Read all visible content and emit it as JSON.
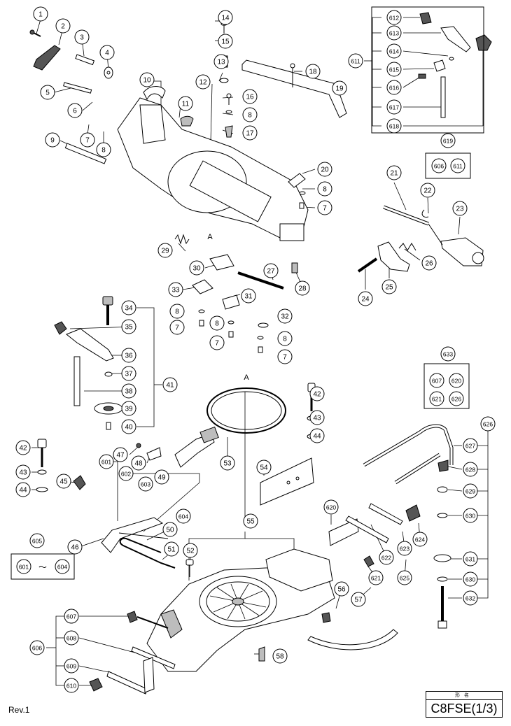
{
  "document": {
    "revision": "Rev.1",
    "model_label": "形名",
    "model": "C8FSE(1/3)",
    "ref_letter": "A",
    "ref_letter_2": "A"
  },
  "callouts": [
    "1",
    "2",
    "3",
    "4",
    "5",
    "6",
    "7",
    "8",
    "9",
    "10",
    "11",
    "12",
    "13",
    "14",
    "15",
    "16",
    "8",
    "17",
    "18",
    "19",
    "20",
    "8",
    "7",
    "21",
    "22",
    "23",
    "29",
    "30",
    "26",
    "25",
    "27",
    "28",
    "24",
    "33",
    "31",
    "8",
    "7",
    "8",
    "7",
    "32",
    "8",
    "7",
    "34",
    "35",
    "36",
    "37",
    "38",
    "41",
    "39",
    "40",
    "42",
    "43",
    "44",
    "42",
    "43",
    "44",
    "45",
    "47",
    "601",
    "48",
    "602",
    "49",
    "603",
    "53",
    "54",
    "46",
    "50",
    "604",
    "51",
    "52",
    "55",
    "56",
    "57",
    "58",
    "620",
    "621",
    "622",
    "623",
    "624",
    "625",
    "607",
    "608",
    "609",
    "610",
    "606",
    "611",
    "612",
    "613",
    "614",
    "615",
    "616",
    "617",
    "618",
    "619",
    "633",
    "626",
    "627",
    "628",
    "629",
    "630",
    "631",
    "630",
    "632",
    "605"
  ],
  "groups": {
    "g619": [
      "606",
      "611"
    ],
    "g633": [
      "607",
      "620",
      "621",
      "626"
    ],
    "g605_from": "601",
    "g605_tilde": "〜",
    "g605_to": "604"
  },
  "colors": {
    "line": "#000000",
    "part_fill": "#ffffff",
    "shade": "#bdbdbd",
    "dark": "#555555"
  }
}
